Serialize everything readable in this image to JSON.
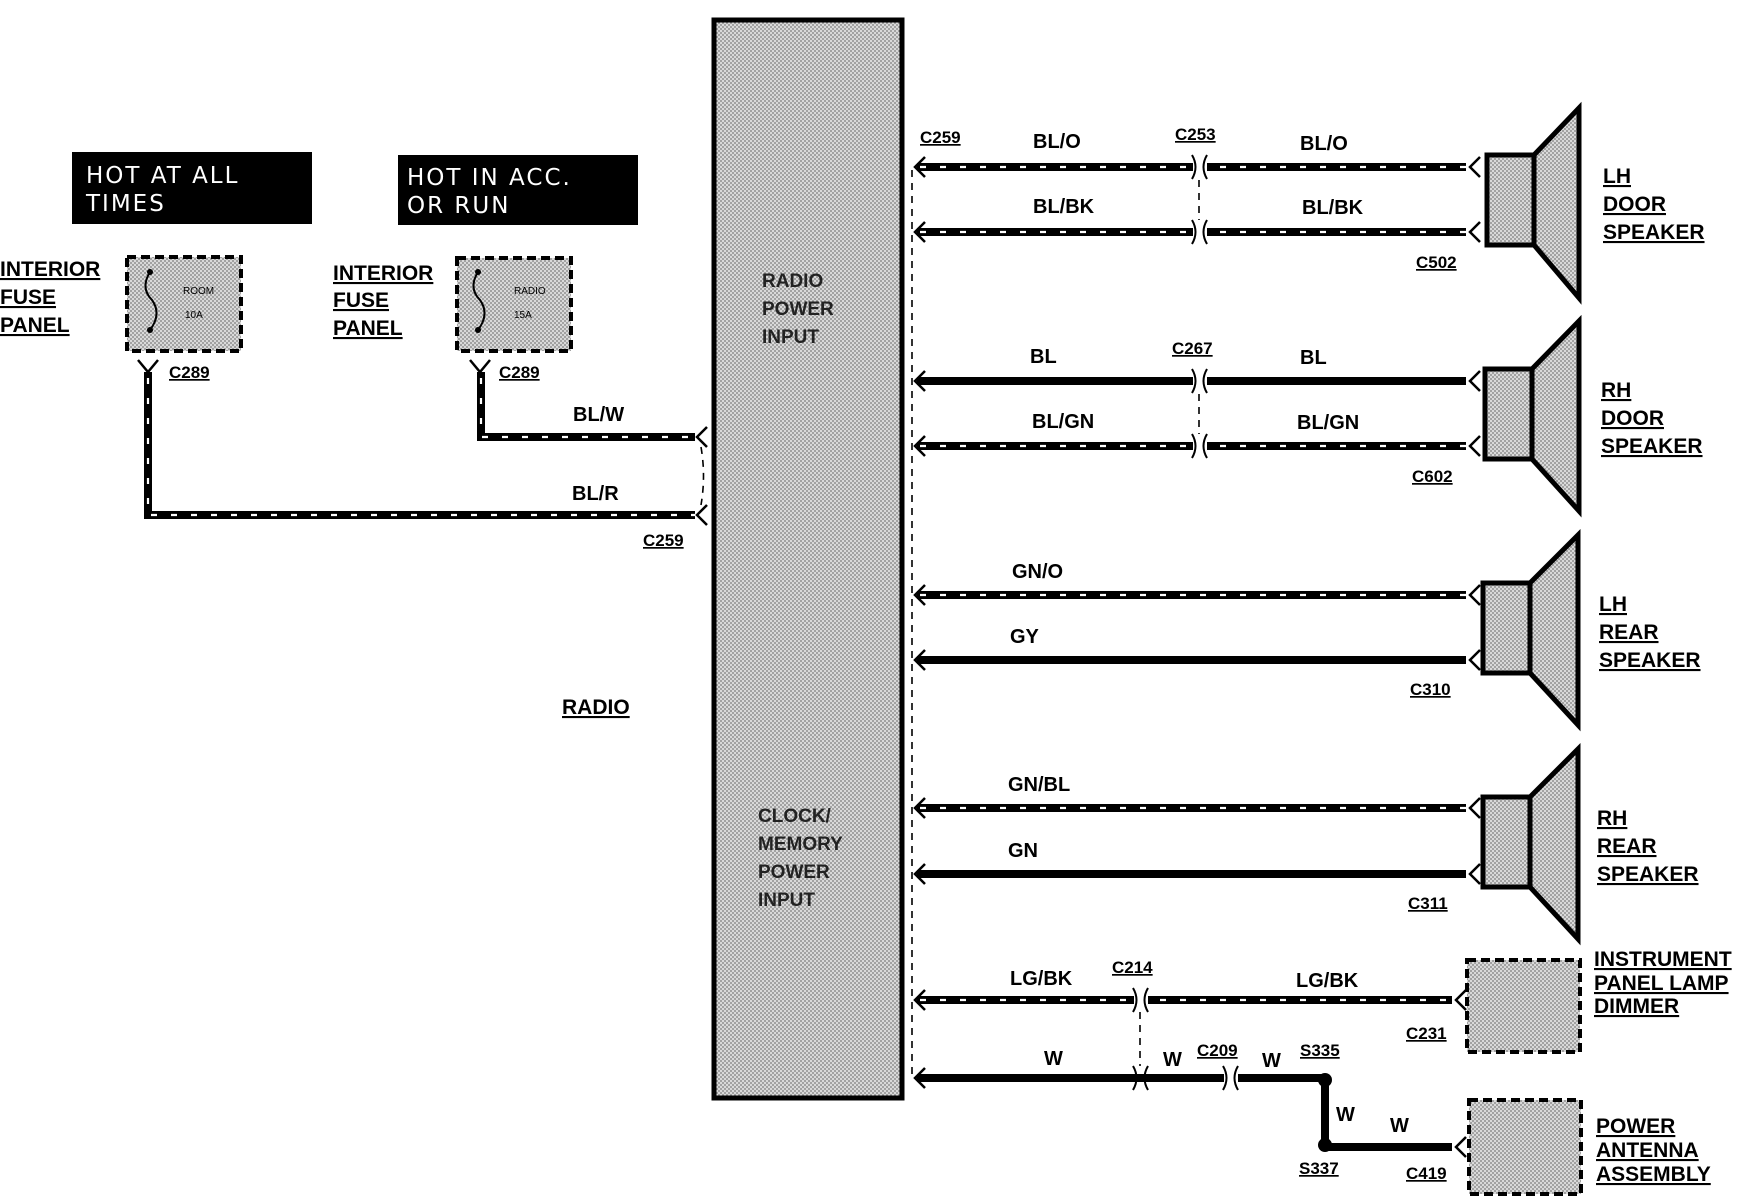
{
  "hot_labels": {
    "all_times": [
      "HOT AT ALL",
      "TIMES"
    ],
    "acc_run": [
      "HOT IN ACC.",
      "OR RUN"
    ]
  },
  "fuse_panels": [
    {
      "label": [
        "INTERIOR",
        "FUSE",
        "PANEL"
      ],
      "fuse_name": "ROOM",
      "fuse_rating": "10A",
      "connector": "C289"
    },
    {
      "label": [
        "INTERIOR",
        "FUSE",
        "PANEL"
      ],
      "fuse_name": "RADIO",
      "fuse_rating": "15A",
      "connector": "C289"
    }
  ],
  "radio": {
    "label": "RADIO",
    "power_input": [
      "RADIO",
      "POWER",
      "INPUT"
    ],
    "memory_input": [
      "CLOCK/",
      "MEMORY",
      "POWER",
      "INPUT"
    ],
    "input_connector": "C259"
  },
  "input_wires": [
    {
      "color": "BL/W"
    },
    {
      "color": "BL/R"
    }
  ],
  "output_connector": "C259",
  "speaker_circuits": [
    {
      "name": [
        "LH",
        "DOOR",
        "SPEAKER"
      ],
      "inline": "C253",
      "connector": "C502",
      "wires": [
        {
          "color": "BL/O",
          "color2": "BL/O"
        },
        {
          "color": "BL/BK",
          "color2": "BL/BK"
        }
      ]
    },
    {
      "name": [
        "RH",
        "DOOR",
        "SPEAKER"
      ],
      "inline": "C267",
      "connector": "C602",
      "wires": [
        {
          "color": "BL",
          "color2": "BL"
        },
        {
          "color": "BL/GN",
          "color2": "BL/GN"
        }
      ]
    },
    {
      "name": [
        "LH",
        "REAR",
        "SPEAKER"
      ],
      "connector": "C310",
      "wires": [
        {
          "color": "GN/O"
        },
        {
          "color": "GY"
        }
      ]
    },
    {
      "name": [
        "RH",
        "REAR",
        "SPEAKER"
      ],
      "connector": "C311",
      "wires": [
        {
          "color": "GN/BL"
        },
        {
          "color": "GN"
        }
      ]
    }
  ],
  "dimmer": {
    "name": [
      "INSTRUMENT",
      "PANEL LAMP",
      "DIMMER"
    ],
    "inline": "C214",
    "connector": "C231",
    "wire": {
      "color": "LG/BK",
      "color2": "LG/BK"
    }
  },
  "antenna": {
    "name": [
      "POWER",
      "ANTENNA",
      "ASSEMBLY"
    ],
    "connector": "C419",
    "inline": "C209",
    "splices": [
      "S335",
      "S337"
    ],
    "wire_colors": [
      "W",
      "W",
      "W",
      "W",
      "W"
    ]
  }
}
